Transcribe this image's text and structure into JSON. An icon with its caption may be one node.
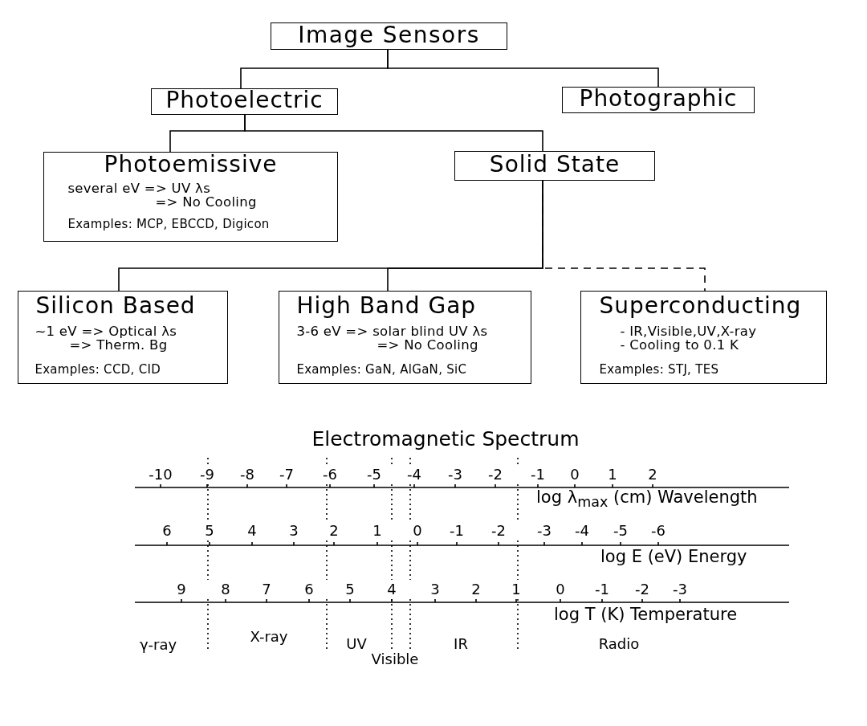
{
  "diagram": {
    "nodes": [
      {
        "text": [
          "Image Sensors"
        ]
      },
      {
        "text": [
          "Photoelectric"
        ]
      },
      {
        "text": [
          "Photographic"
        ]
      },
      {
        "text": [
          "Photoemissive",
          "several eV => UV λs",
          "=> No Cooling",
          "Examples: MCP, EBCCD, Digicon"
        ]
      },
      {
        "text": [
          "Solid State"
        ]
      },
      {
        "text": [
          "Silicon Based",
          "~1 eV => Optical λs",
          "=> Therm. Bg",
          "Examples: CCD, CID"
        ]
      },
      {
        "text": [
          "High Band Gap",
          "3-6 eV => solar blind UV λs",
          "=> No Cooling",
          "Examples: GaN, AlGaN, SiC"
        ]
      },
      {
        "text": [
          "Superconducting",
          "- IR,Visible,UV,X-ray",
          "- Cooling to 0.1 K",
          "Examples: STJ, TES"
        ]
      }
    ],
    "edges": [
      {
        "from": 0,
        "to": 1,
        "arrow": "none"
      },
      {
        "from": 0,
        "to": 2,
        "arrow": "none"
      },
      {
        "from": 1,
        "to": 3,
        "arrow": "none"
      },
      {
        "from": 1,
        "to": 4,
        "arrow": "none"
      },
      {
        "from": 4,
        "to": 5,
        "arrow": "none"
      },
      {
        "from": 4,
        "to": 6,
        "arrow": "none"
      },
      {
        "from": 4,
        "to": 7,
        "arrow": "none",
        "style": "dashed"
      }
    ],
    "labels": [
      "Electromagnetic Spectrum",
      "-10",
      "-9",
      "-8",
      "-7",
      "-6",
      "-5",
      "-4",
      "-3",
      "-2",
      "-1",
      "0",
      "1",
      "2",
      "log λ$_{max}$ (cm) Wavelength",
      "6",
      "5",
      "4",
      "3",
      "2",
      "1",
      "0",
      "-1",
      "-2",
      "-3",
      "-4",
      "-5",
      "-6",
      "log E (eV) Energy",
      "9",
      "8",
      "7",
      "6",
      "5",
      "4",
      "3",
      "2",
      "1",
      "0",
      "-1",
      "-2",
      "-3",
      "log T (K) Temperature",
      "γ-ray",
      "X-ray",
      "UV",
      "Visible",
      "IR",
      "Radio"
    ]
  }
}
